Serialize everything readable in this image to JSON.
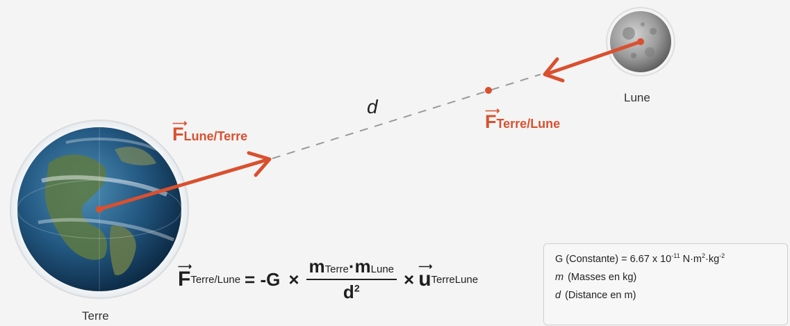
{
  "labels": {
    "earth": "Terre",
    "moon": "Lune",
    "distance": "d",
    "force_moon_on_earth": {
      "main": "F",
      "sub": "Lune/Terre"
    },
    "force_earth_on_moon": {
      "main": "F",
      "sub": "Terre/Lune"
    }
  },
  "formula": {
    "lhs_main": "F",
    "lhs_sub": "Terre/Lune",
    "equals_g": "= -G",
    "times": "×",
    "num_m1": "m",
    "num_m1_sub": "Terre",
    "dot": "·",
    "num_m2": "m",
    "num_m2_sub": "Lune",
    "den": "d",
    "den_exp": "2",
    "unit_main": "u",
    "unit_sub": "TerreLune"
  },
  "legend": {
    "g_text": "G (Constante) = 6.67 x 10",
    "g_exp": "-11",
    "g_unit": " N·m",
    "g_unit_exp1": "2",
    "g_unit_mid": "·kg",
    "g_unit_exp2": "-2",
    "m_symbol": "m",
    "m_text": "(Masses en kg)",
    "d_symbol": "d",
    "d_text": "(Distance en m)"
  },
  "colors": {
    "vector": "#d9502f",
    "dashed_line": "#9a9a9a",
    "background": "#f4f4f4"
  },
  "icons": {
    "earth": "earth-globe-icon",
    "moon": "moon-icon"
  }
}
